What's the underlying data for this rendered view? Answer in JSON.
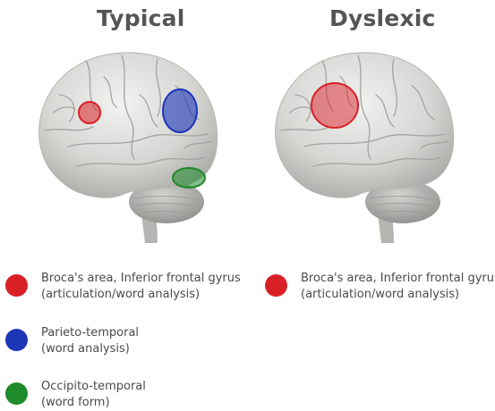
{
  "titles": {
    "left": "Typical",
    "right": "Dyslexic"
  },
  "colors": {
    "red": "#d92027",
    "blue": "#1d36b8",
    "green": "#1e8a2a",
    "text": "#4a4a4a",
    "title": "#555555"
  },
  "legend_left": [
    {
      "color": "#d92027",
      "line1": "Broca's area, Inferior frontal gyrus",
      "line2": "(articulation/word analysis)"
    },
    {
      "color": "#1d36b8",
      "line1": "Parieto-temporal",
      "line2": "(word analysis)"
    },
    {
      "color": "#1e8a2a",
      "line1": "Occipito-temporal",
      "line2": "(word form)"
    }
  ],
  "legend_right": [
    {
      "color": "#d92027",
      "line1": "Broca's area, Inferior frontal gyrus",
      "line2": "(articulation/word analysis)"
    }
  ]
}
